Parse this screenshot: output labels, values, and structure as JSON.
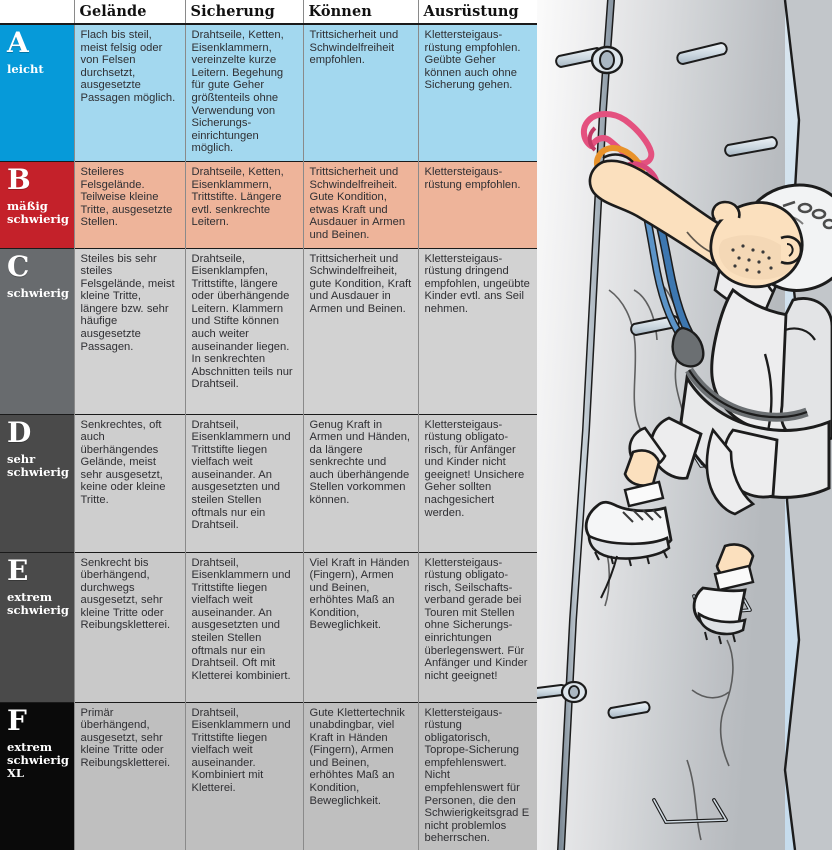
{
  "table": {
    "columns": [
      "",
      "Gelände",
      "Sicherung",
      "Können",
      "Ausrüstung"
    ],
    "rows": [
      {
        "letter": "A",
        "desc": "leicht",
        "terrain": "Flach bis steil, meist felsig oder von Felsen durchsetzt, ausgesetzte Passagen möglich.",
        "protection": "Drahtseile, Ketten, Eisenklammern, vereinzelte kurze Leitern. Begehung für gute Geher größtenteils ohne Verwendung von Sicherungs-einrichtungen möglich.",
        "ability": "Trittsicherheit und Schwindelfreiheit empfohlen.",
        "equipment": "Klettersteigaus-rüstung empfohlen. Geübte Geher können auch ohne Sicherung gehen.",
        "grade_color": "#069ad9",
        "cell_color": "#a3d8ef"
      },
      {
        "letter": "B",
        "desc": "mäßig\nschwierig",
        "terrain": "Steileres Felsgelände. Teilweise kleine Tritte, ausgesetzte Stellen.",
        "protection": "Drahtseile, Ketten, Eisenklammern, Trittstifte. Längere evtl. senkrechte Leitern.",
        "ability": "Trittsicherheit und Schwindelfreiheit. Gute Kondition, etwas Kraft und Ausdauer in Armen und Beinen.",
        "equipment": "Klettersteigaus-rüstung empfohlen.",
        "grade_color": "#c4212a",
        "cell_color": "#eeb49a"
      },
      {
        "letter": "C",
        "desc": "schwierig",
        "terrain": "Steiles bis sehr steiles Felsgelände, meist kleine Tritte, längere bzw. sehr häufige ausgesetzte Passagen.",
        "protection": "Drahtseile, Eisenklampfen, Trittstifte, längere oder überhängende Leitern. Klammern und Stifte können auch weiter auseinander liegen. In senkrechten Abschnitten teils nur Drahtseil.",
        "ability": "Trittsicherheit und Schwindelfreiheit, gute Kondition, Kraft und Ausdauer in Armen und Beinen.",
        "equipment": "Klettersteigaus-rüstung dringend empfohlen, ungeübte Kinder evtl. ans Seil nehmen.",
        "grade_color": "#686b6e",
        "cell_color": "#d2d2d2"
      },
      {
        "letter": "D",
        "desc": "sehr\nschwierig",
        "terrain": "Senkrechtes, oft auch überhängendes Gelände, meist sehr ausgesetzt, keine oder kleine Tritte.",
        "protection": "Drahtseil, Eisenklammern und Trittstifte liegen vielfach weit auseinander. An ausgesetzten und steilen Stellen oftmals nur ein Drahtseil.",
        "ability": "Genug Kraft in Armen und Händen, da längere senkrechte und auch überhängende Stellen vorkommen können.",
        "equipment": "Klettersteigaus-rüstung obligato-risch, für Anfänger und Kinder nicht geeignet! Unsichere Geher sollten nachgesichert werden.",
        "grade_color": "#4a4a4a",
        "cell_color": "#cecece"
      },
      {
        "letter": "E",
        "desc": "extrem\nschwierig",
        "terrain": "Senkrecht bis überhängend, durchwegs ausgesetzt, sehr kleine Tritte oder Reibungskletterei.",
        "protection": "Drahtseil, Eisenklammern und Trittstifte liegen vielfach weit auseinander. An ausgesetzten und steilen Stellen oftmals nur ein Drahtseil. Oft mit Kletterei kombiniert.",
        "ability": "Viel Kraft in Händen (Fingern), Armen und Beinen, erhöhtes Maß an Kondition, Beweglichkeit.",
        "equipment": "Klettersteigaus-rüstung obligato-risch, Seilschafts-verband gerade bei Touren mit Stellen ohne Sicherungs-einrichtungen überlegenswert. Für Anfänger und Kinder nicht geeignet!",
        "grade_color": "#4a4a4a",
        "cell_color": "#c9c9c9"
      },
      {
        "letter": "F",
        "desc": "extrem\nschwierig\nXL",
        "terrain": "Primär überhängend, ausgesetzt, sehr kleine Tritte oder Reibungskletterei.",
        "protection": "Drahtseil, Eisenklammern und Trittstifte liegen vielfach weit auseinander. Kombiniert mit Kletterei.",
        "ability": "Gute Klettertechnik unabdingbar, viel Kraft in Händen (Fingern), Armen und Beinen, erhöhtes Maß an Kondition, Beweglichkeit.",
        "equipment": "Klettersteigaus-rüstung obligatorisch, Toprope-Sicherung empfehlenswert. Nicht empfehlenswert für Personen, die den Schwierigkeitsgrad E nicht problemlos beherrschen.",
        "grade_color": "#0a0a0a",
        "cell_color": "#bfbfbf"
      }
    ]
  },
  "illustration": {
    "name": "via-ferrata-climber",
    "elements": [
      "steel-cable",
      "cable-anchor-bolt",
      "via-ferrata-lanyard",
      "carabiner",
      "climbing-helmet",
      "bearded-climber",
      "harness",
      "backpack",
      "hiking-boots",
      "iron-rungs",
      "rock-face"
    ],
    "colors": {
      "rock": "#c9ccd0",
      "sky": "#cfe0ee",
      "cable": "#9fb0bd",
      "skin": "#fbe0be",
      "lanyard": "#3d77b0",
      "carabiner_pink": "#e4517f",
      "carabiner_orange": "#e8922a",
      "clothing": "#ededee"
    }
  }
}
